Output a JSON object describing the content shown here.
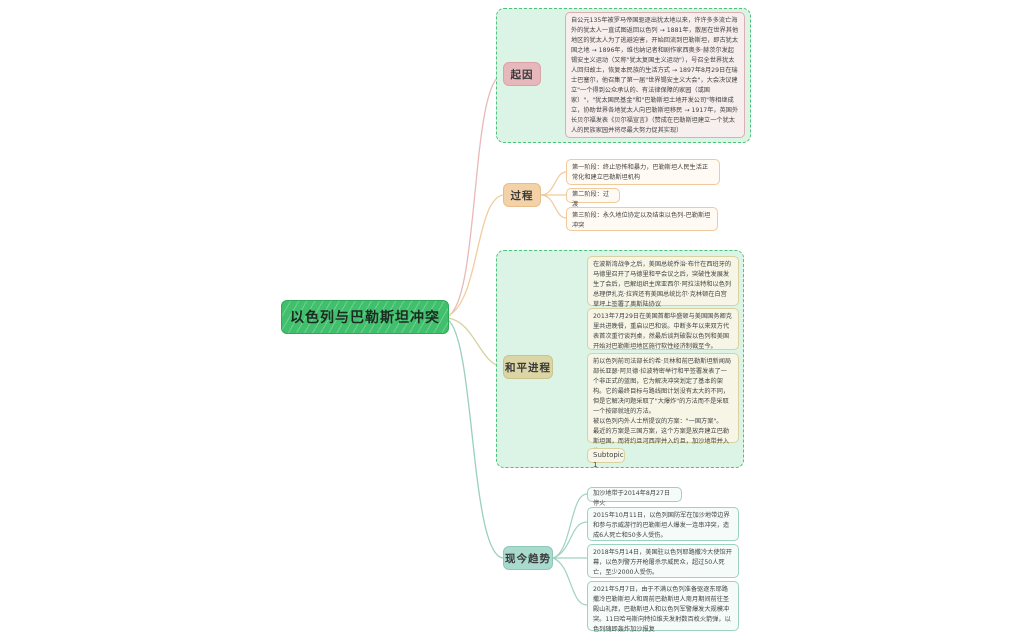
{
  "root": {
    "label": "以色列与巴勒斯坦冲突",
    "color": "#40c06d"
  },
  "topics": [
    {
      "label": "起因",
      "color": "#e6b8bb",
      "subtopics": [
        "自公元135年被罗马帝国驱逐出犹太地以来，许许多多流亡海外的犹太人一直试图返回以色列 → 1881年，散居在世界其他地区的犹太人为了逃避迫害，开始回流到巴勒斯坦，即古犹太国之地 → 1896年，维也纳记者和剧作家西奥多·赫茨尔发起锡安主义运动（又称\"犹太复国主义运动\"），号召全世界犹太人回归故土，恢复本民族的生活方式 → 1897年8月29日在瑞士巴塞尔，他召集了第一届\"世界锡安主义大会\"，大会决议建立\"一个得到公众承认的、有法律保障的家园（或国家）\"，\"犹太国民基金\"和\"巴勒斯坦土地开发公司\"等相继成立，协助世界各地犹太人向巴勒斯坦移民 → 1917年，英国外长贝尔福发表《贝尔福宣言》（赞成在巴勒斯坦建立一个犹太人的民族家园并将尽最大努力促其实现）"
      ]
    },
    {
      "label": "过程",
      "color": "#f3d2a8",
      "subtopics": [
        "第一阶段：终止恐怖和暴力，巴勒斯坦人民生活正常化和建立巴勒斯坦机构",
        "第二阶段：过渡",
        "第三阶段：永久地位协定以及结束以色列-巴勒斯坦冲突"
      ]
    },
    {
      "label": "和平进程",
      "color": "#dcd6a6",
      "subtopics": [
        "在波斯湾战争之后，美国总统乔治·布什在西班牙的马德里召开了马德里和平会议之后，突破性发展发生了会后，巴解组织主席亚西尔·阿拉法特和以色列总理伊扎克·拉宾还有美国总统比尔·克林顿在白宫草坪上签署了奥斯陆协议",
        "2013年7月29日在美国首都华盛顿与美国国务卿克里共进晚餐，重启以巴和谈。中断多年以来双方代表首次重行谈判桌，然最后谈判破裂以色列和美国开始对巴勒斯坦地区施行软性经济制裁至今。",
        "前以色列前司法部长约希·贝林和前巴勒斯坦新闻局部长亚瑟·阿贝德·拉波特密举行和平签署发表了一个非正式的蓝图，它为解决冲突划定了基本的架构。它的最终目标与路线图计划没有太大的不同，但是它解决问题采取了\"大爆炸\"的方法而不是采取一个按部就班的方法。\n被以色列内外人士所提议的方案：\"一国方案\"。\n最近的方案是三国方案，这个方案是放弃建立巴勒斯坦国，而将约旦河西岸并入约旦，加沙地带并入埃及。",
        "Subtopic 1"
      ]
    },
    {
      "label": "现今趋势",
      "color": "#a9dace",
      "subtopics": [
        "加沙地带于2014年8月27日停火",
        "2015年10月11日，以色列国防军在加沙地带边界和参与示威游行的巴勒斯坦人爆发一连串冲突，造成6人死亡和50多人受伤。",
        "2018年5月14日，美国驻以色列耶路撒冷大使馆开幕，以色列警方开枪屠杀示威民众，超过50人死亡，至少2000人受伤。",
        "2021年5月7日，由于不满以色列准备驱逐东耶路撒冷巴勒斯坦人和周前巴勒斯坦人斋月期间前往圣殿山礼拜，巴勒斯坦人和以色列军警爆发大规模冲突。11日哈马斯向特拉维夫发射数百枚火箭弹，以色列随即轰炸加沙报复"
      ]
    }
  ]
}
